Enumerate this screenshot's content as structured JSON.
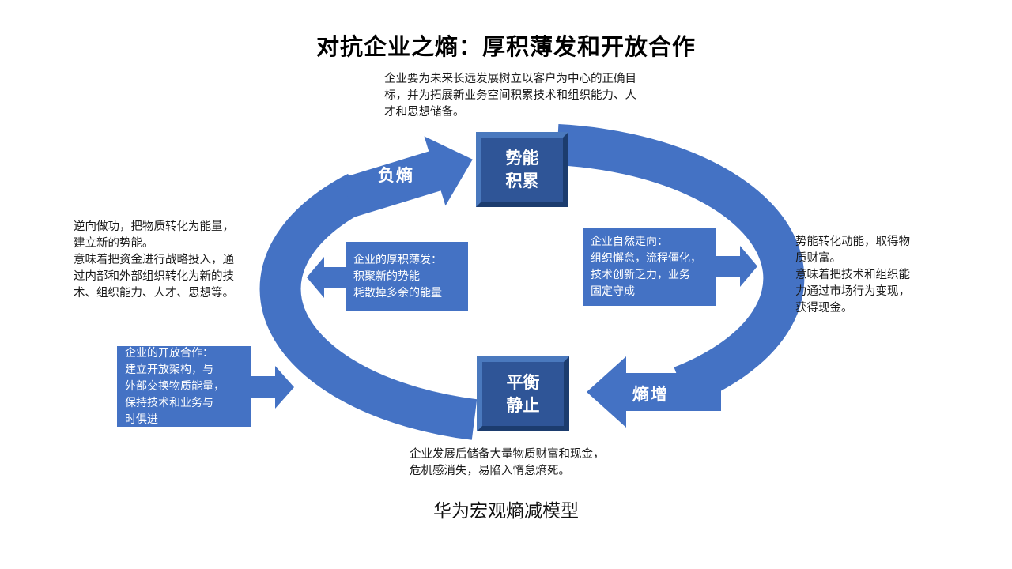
{
  "title": "对抗企业之熵：厚积薄发和开放合作",
  "caption": "华为宏观熵减模型",
  "notes": {
    "top": "企业要为未来长远发展树立以客户为中心的正确目\n标，并为拓展新业务空间积累技术和组织能力、人\n才和思想储备。",
    "left": "逆向做功，把物质转化为能量，\n建立新的势能。\n意味着把资金进行战略投入，通\n过内部和外部组织转化为新的技\n术、组织能力、人才、思想等。",
    "right": "势能转化动能，取得物\n质财富。\n意味着把技术和组织能\n力通过市场行为变现，\n获得现金。",
    "bottom": "企业发展后储备大量物质财富和现金，\n危机感消失，易陷入惰怠熵死。"
  },
  "nodes": {
    "potential": "势能\n积累",
    "balance": "平衡\n静止"
  },
  "arrows": {
    "negative_entropy": "负熵",
    "entropy_increase": "熵增"
  },
  "boxes": {
    "mid_left": "企业的厚积薄发：\n积聚新的势能\n耗散掉多余的能量",
    "mid_right": "企业自然走向：\n组织懈怠，流程僵化，\n技术创新乏力，业务\n固定守成",
    "bottom_left": "企业的开放合作：\n建立开放架构，与\n外部交换物质能量，\n保持技术和业务与\n时俱进"
  },
  "colors": {
    "arrow_blue": "#4472C4",
    "node_face": "#2F5597",
    "node_edge_dark": "#1C3C6E",
    "node_edge_light": "#4A79BE"
  }
}
